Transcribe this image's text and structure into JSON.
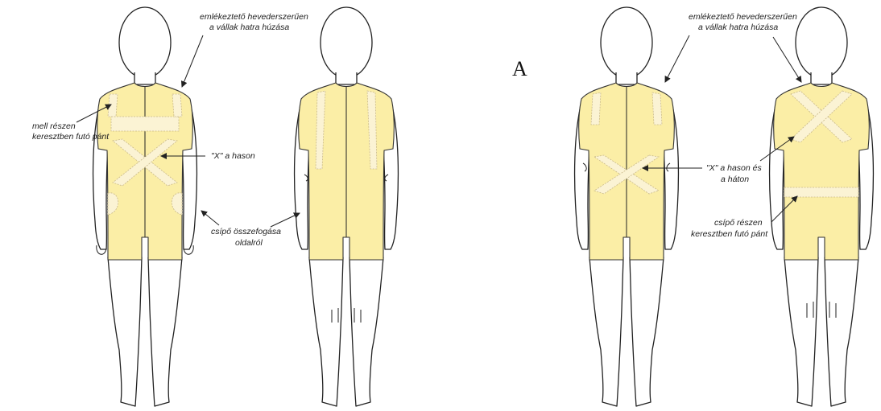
{
  "figure": {
    "marker_letter": "A",
    "left_panel": {
      "label_shoulder": [
        "emlékeztető hevederszerűen",
        "a vállak hatra húzása"
      ],
      "label_chest": [
        "mell részen",
        "keresztben futó pánt"
      ],
      "label_x": "\"X\" a hason",
      "label_hip": [
        "csípő összefogása",
        "oldalról"
      ]
    },
    "right_panel": {
      "label_shoulder": [
        "emlékeztető hevederszerűen",
        "a vállak hatra húzása"
      ],
      "label_x": [
        "\"X\" a hason és",
        "a háton"
      ],
      "label_hip": [
        "csípő részen",
        "keresztben futó pánt"
      ]
    },
    "colors": {
      "suit": "#fbeea6",
      "strap": "#fbf3d4",
      "outline": "#222222"
    }
  }
}
